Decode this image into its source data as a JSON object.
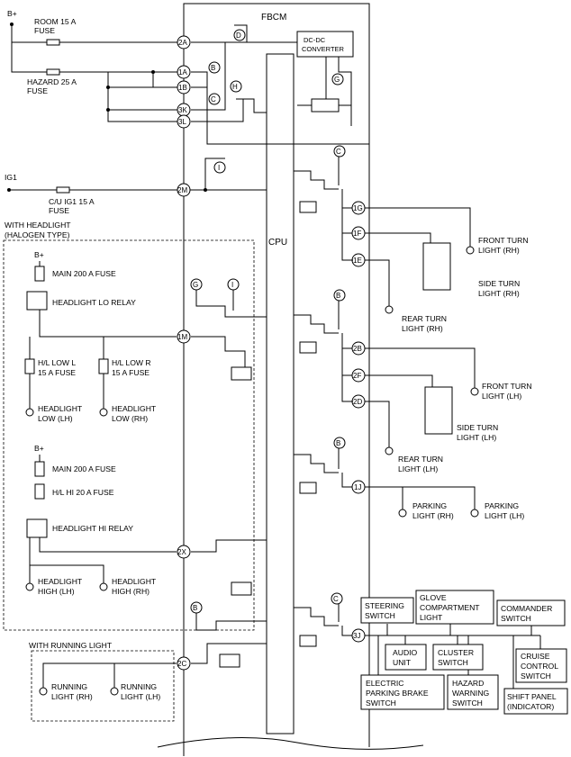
{
  "module": {
    "name": "FBCM",
    "cpu": "CPU",
    "converter": [
      "DC-DC",
      "CONVERTER"
    ]
  },
  "power": {
    "bplus": "B+",
    "room_fuse": [
      "ROOM 15 A",
      "FUSE"
    ],
    "hazard_fuse": [
      "HAZARD 25 A",
      "FUSE"
    ],
    "ig1": "IG1",
    "cu_fuse": [
      "C/U IG1 15 A",
      "FUSE"
    ]
  },
  "pins": [
    "2A",
    "1A",
    "1B",
    "3K",
    "3L",
    "2M",
    "1M",
    "2X",
    "2C",
    "1G",
    "1F",
    "1E",
    "2B",
    "2F",
    "2D",
    "1J",
    "3J"
  ],
  "markers": [
    "D",
    "B",
    "C",
    "H",
    "G",
    "I",
    "G",
    "I",
    "B",
    "B",
    "C",
    "B",
    "C"
  ],
  "headlight": {
    "title": [
      "WITH HEADLIGHT",
      "(HALOGEN TYPE)"
    ],
    "bplus": "B+",
    "main_fuse_1": "MAIN 200 A FUSE",
    "lo_relay": "HEADLIGHT LO RELAY",
    "hl_low_l": [
      "H/L LOW L",
      "15 A FUSE"
    ],
    "hl_low_r": [
      "H/L LOW R",
      "15 A FUSE"
    ],
    "low_lh": [
      "HEADLIGHT",
      "LOW (LH)"
    ],
    "low_rh": [
      "HEADLIGHT",
      "LOW (RH)"
    ],
    "bplus_2": "B+",
    "main_fuse_2": "MAIN 200 A FUSE",
    "hl_hi_fuse": "H/L HI 20 A FUSE",
    "hi_relay": "HEADLIGHT HI RELAY",
    "high_lh": [
      "HEADLIGHT",
      "HIGH (LH)"
    ],
    "high_rh": [
      "HEADLIGHT",
      "HIGH (RH)"
    ]
  },
  "running": {
    "title": "WITH RUNNING LIGHT",
    "rh": [
      "RUNNING",
      "LIGHT (RH)"
    ],
    "lh": [
      "RUNNING",
      "LIGHT (LH)"
    ]
  },
  "turn": {
    "front_rh": [
      "FRONT TURN",
      "LIGHT (RH)"
    ],
    "side_rh": [
      "SIDE TURN",
      "LIGHT (RH)"
    ],
    "rear_rh": [
      "REAR TURN",
      "LIGHT (RH)"
    ],
    "front_lh": [
      "FRONT TURN",
      "LIGHT (LH)"
    ],
    "side_lh": [
      "SIDE TURN",
      "LIGHT (LH)"
    ],
    "rear_lh": [
      "REAR TURN",
      "LIGHT (LH)"
    ]
  },
  "parking": {
    "rh": [
      "PARKING",
      "LIGHT (RH)"
    ],
    "lh": [
      "PARKING",
      "LIGHT (LH)"
    ]
  },
  "illum": {
    "steering": [
      "STEERING",
      "SWITCH"
    ],
    "glove": [
      "GLOVE",
      "COMPARTMENT",
      "LIGHT"
    ],
    "commander": [
      "COMMANDER",
      "SWITCH"
    ],
    "audio": [
      "AUDIO",
      "UNIT"
    ],
    "cluster": [
      "CLUSTER",
      "SWITCH"
    ],
    "cruise": [
      "CRUISE",
      "CONTROL",
      "SWITCH"
    ],
    "epb": [
      "ELECTRIC",
      "PARKING BRAKE",
      "SWITCH"
    ],
    "hazard": [
      "HAZARD",
      "WARNING",
      "SWITCH"
    ],
    "shift": [
      "SHIFT PANEL",
      "(INDICATOR)"
    ]
  }
}
